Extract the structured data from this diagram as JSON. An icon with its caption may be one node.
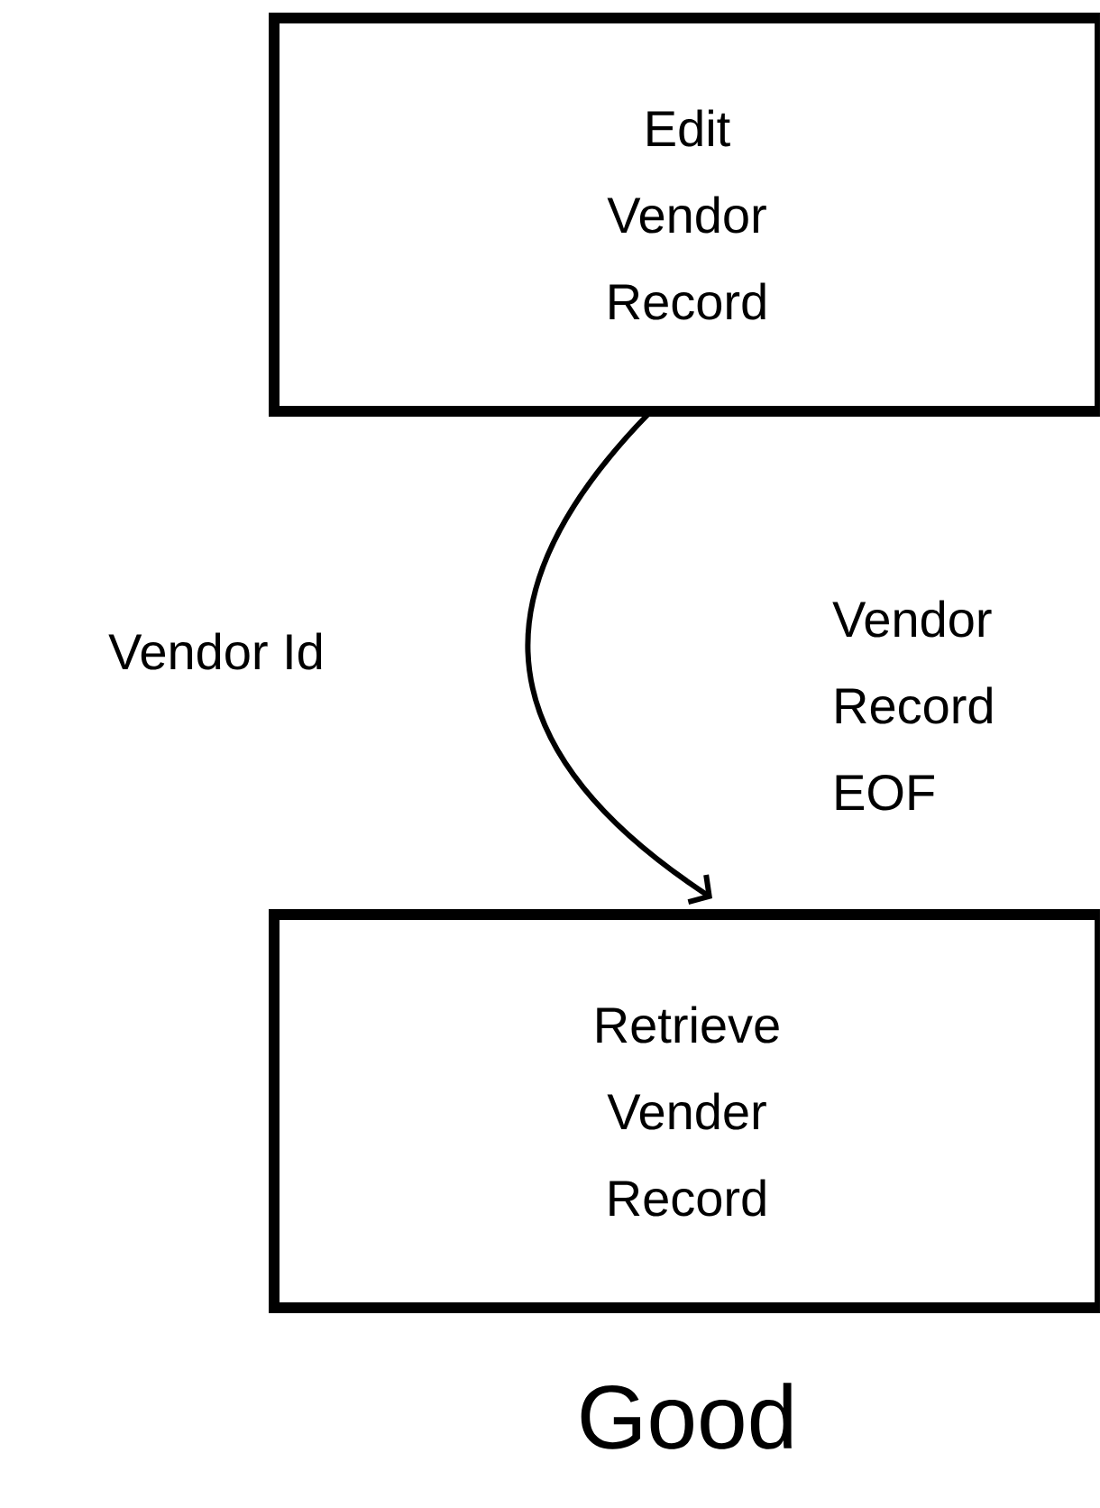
{
  "diagram": {
    "caption": "Good",
    "nodes": [
      {
        "text": [
          "Edit Vendor Record"
        ]
      },
      {
        "text": [
          "Retrieve Vender Record"
        ]
      }
    ],
    "edges": [
      {
        "from": 0,
        "to": 1,
        "arrow": "to",
        "label": "Vendor Id"
      }
    ],
    "labels": [
      "Vendor Record EOF"
    ]
  }
}
